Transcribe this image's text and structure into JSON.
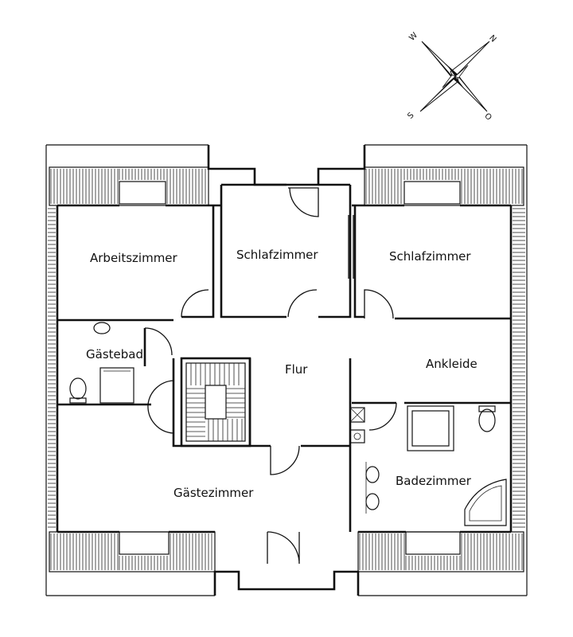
{
  "compass": {
    "north": "N",
    "east": "O",
    "south": "S",
    "west": "W"
  },
  "rooms": {
    "arbeitszimmer": "Arbeitszimmer",
    "schlafzimmer_left": "Schlafzimmer",
    "schlafzimmer_right": "Schlafzimmer",
    "gaestebad": "Gästebad",
    "flur": "Flur",
    "ankleide": "Ankleide",
    "badezimmer": "Badezimmer",
    "gaestezimmer": "Gästezimmer"
  },
  "colors": {
    "line": "#111111",
    "background": "#ffffff"
  }
}
